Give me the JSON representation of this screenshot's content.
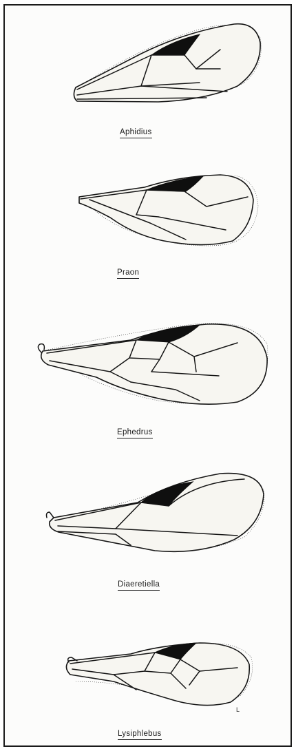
{
  "wings": [
    {
      "id": "aphidius",
      "label": "Aphidius"
    },
    {
      "id": "praon",
      "label": "Praon"
    },
    {
      "id": "ephedrus",
      "label": "Ephedrus"
    },
    {
      "id": "diaeretiella",
      "label": "Diaeretiella"
    },
    {
      "id": "lysiphlebus",
      "label": "Lysiphlebus"
    }
  ],
  "corner_mark": "L",
  "colors": {
    "ink": "#151515",
    "paper": "#fcfcfb",
    "membrane": "#f7f6f1",
    "border": "#1a1a1a"
  }
}
